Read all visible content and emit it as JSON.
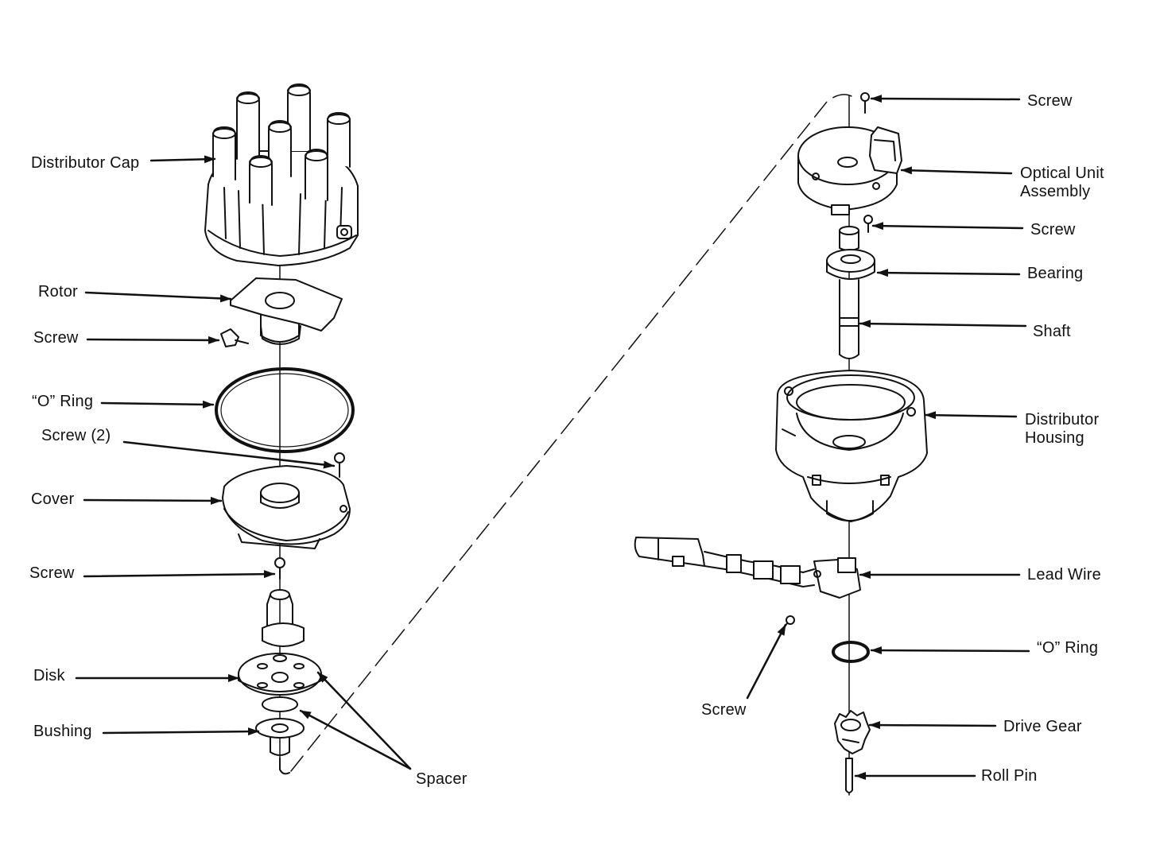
{
  "colors": {
    "ink": "#111111",
    "paper": "#ffffff",
    "fill": "#ffffff"
  },
  "labels": {
    "distributor_cap": "Distributor Cap",
    "rotor": "Rotor",
    "screw_rotor": "Screw",
    "o_ring_left": "“O” Ring",
    "screw_2": "Screw (2)",
    "cover": "Cover",
    "screw_cover": "Screw",
    "disk": "Disk",
    "bushing": "Bushing",
    "spacer": "Spacer",
    "screw_top": "Screw",
    "optical_unit_line1": "Optical Unit",
    "optical_unit_line2": "Assembly",
    "screw_optical": "Screw",
    "bearing": "Bearing",
    "shaft": "Shaft",
    "distributor_housing_line1": "Distributor",
    "distributor_housing_line2": "Housing",
    "lead_wire": "Lead Wire",
    "o_ring_right": "“O” Ring",
    "screw_lead": "Screw",
    "drive_gear": "Drive Gear",
    "roll_pin": "Roll Pin"
  }
}
